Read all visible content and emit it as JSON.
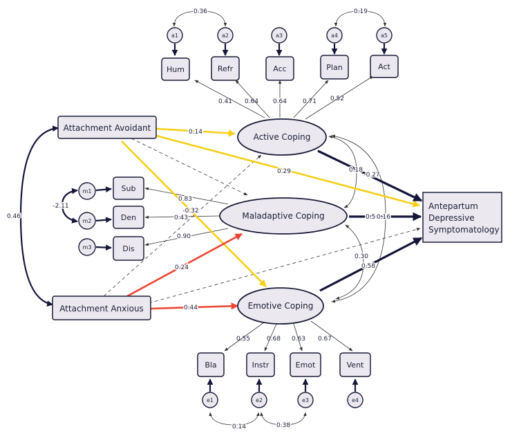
{
  "colors": {
    "navy": "#14163a",
    "yellow": "#f5cf18",
    "red": "#ec4532",
    "node_fill": "#ebe9ef",
    "node_stroke": "#1b1d3a",
    "thin": "#333333"
  },
  "variables": {
    "avoidant": "Attachment Avoidant",
    "anxious": "Attachment Anxious",
    "outcome_line1": "Antepartum",
    "outcome_line2": "Depressive",
    "outcome_line3": "Symptomatology"
  },
  "latent": {
    "active": "Active Coping",
    "maladaptive": "Maladaptive Coping",
    "emotive": "Emotive Coping"
  },
  "indicators": {
    "hum": "Hum",
    "refr": "Refr",
    "acc": "Acc",
    "plan": "Plan",
    "act": "Act",
    "sub": "Sub",
    "den": "Den",
    "dis": "Dis",
    "bla": "Bla",
    "instr": "Instr",
    "emot": "Emot",
    "vent": "Vent"
  },
  "errors": {
    "a1": "a1",
    "a2": "a2",
    "a3": "a3",
    "a4": "a4",
    "a5": "a5",
    "m1": "m1",
    "m2": "m2",
    "m3": "m3",
    "e1": "e1",
    "e2": "e2",
    "e3": "e3",
    "e4": "e4"
  },
  "coefficients": {
    "cov_a1_a2": "0.36",
    "cov_a4_a5": "0.19",
    "load_hum": "0.41",
    "load_refr": "0.64",
    "load_acc": "0.64",
    "load_plan": "0.71",
    "load_act": "0.52",
    "avoid_active": "0.14",
    "avoid_outcome": "0.29",
    "avoid_emotive": "-0.32",
    "load_sub": "0.83",
    "load_den": "0.43",
    "load_dis": "0.90",
    "cov_m": "-2.11",
    "cov_attach": "0.46",
    "active_outcome": "0.18",
    "active_mal": "-0.27",
    "mal_outcome": "0.50",
    "mal_outcome_b": "0.16",
    "mal_emot": "0.30",
    "emot_outcome": "0.58",
    "anx_mal": "0.24",
    "anx_emot": "0.44",
    "load_bla": "0.55",
    "load_instr": "0.68",
    "load_emot": "0.63",
    "load_vent": "0.67",
    "cov_e1_e2": "0.14",
    "cov_e2_e3": "0.38"
  }
}
